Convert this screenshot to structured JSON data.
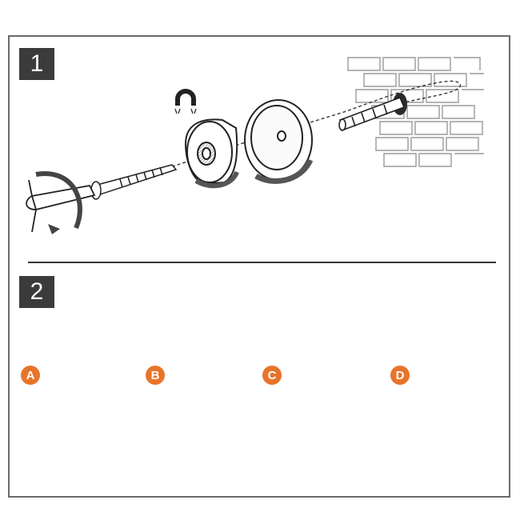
{
  "steps": [
    {
      "number": "1"
    },
    {
      "number": "2"
    }
  ],
  "substeps": [
    "A",
    "B",
    "C",
    "D"
  ],
  "colors": {
    "frame": "#6b6b6b",
    "badge": "#3b3b3b",
    "accent_orange": "#e8742a",
    "line": "#222222",
    "shade": "#bdbdbd"
  },
  "icons": [
    "magnet-icon",
    "screw",
    "wall-plug",
    "mounting-disc",
    "cover-cup",
    "adhesive-pad",
    "hand",
    "brick-wall",
    "arrow-right",
    "arrow-down",
    "rotation-arrow"
  ]
}
